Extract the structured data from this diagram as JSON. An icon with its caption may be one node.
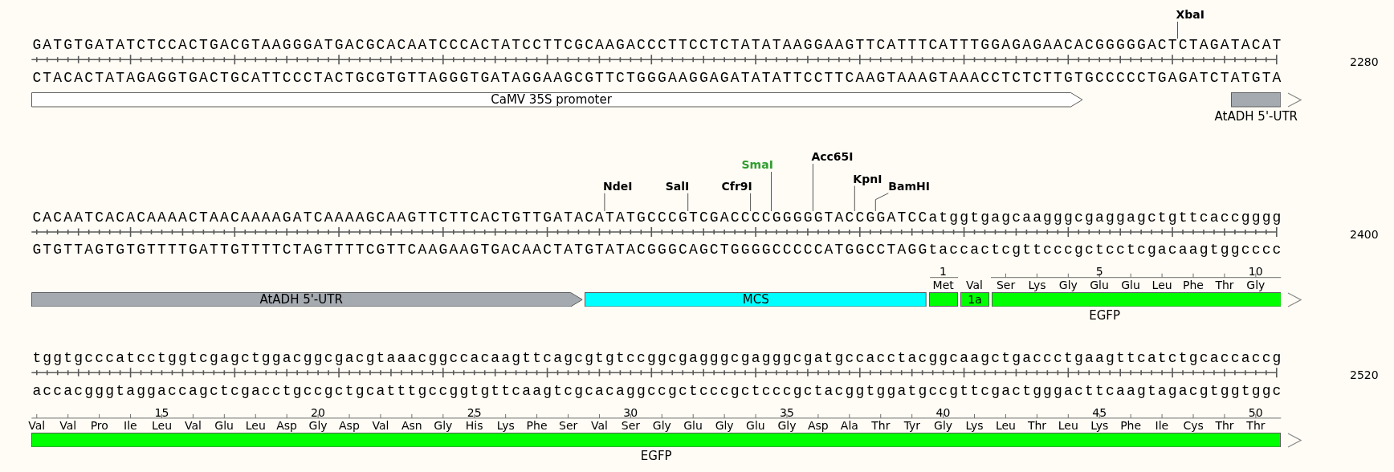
{
  "diagram": {
    "nodes": [
      {
        "text": [
          "XbaI"
        ]
      },
      {
        "text": [
          "GATGTGATATCTCCACTGACGTAAGGGATGACGCACAATCCCACTATCCTTCGCAAGACCCTTCCTCTATATAAGGAAGTTCATTTCATTTGGAGAGAACACGGGGGACTCTAGATACAT"
        ]
      },
      {
        "text": [
          "CaMV 35S promoter"
        ]
      },
      {
        "text": [
          "AtADH 5'-UTR"
        ]
      },
      {
        "text": [
          "NdeI"
        ]
      },
      {
        "text": [
          "SalI"
        ]
      },
      {
        "text": [
          "Cfr9I"
        ]
      },
      {
        "text": [
          "SmaI"
        ]
      },
      {
        "text": [
          "Acc65I"
        ]
      },
      {
        "text": [
          "KpnI"
        ]
      },
      {
        "text": [
          "BamHI"
        ]
      },
      {
        "text": [
          "CACAATCACACAAAACTAACAAAAGATCAAAAGCAAGTTCTTCACTGTTGATACATATGCCCGTCGACCCCGGGGGTACCGGATCCatggtgagcaagggcgaggagctgttcaccgggg"
        ]
      },
      {
        "text": [
          "AtADH 5'-UTR"
        ]
      },
      {
        "text": [
          "MCS"
        ]
      },
      {
        "text": [],
        "shape": "bar"
      },
      {
        "text": [
          "1a"
        ]
      },
      {
        "text": [
          "EGFP"
        ]
      },
      {
        "text": [
          "EGFP"
        ]
      }
    ],
    "edges": [
      {
        "from": 0,
        "to": 1,
        "arrow": "none"
      },
      {
        "from": 4,
        "to": 11,
        "arrow": "none"
      },
      {
        "from": 5,
        "to": 11,
        "arrow": "none"
      },
      {
        "from": 6,
        "to": 11,
        "arrow": "none"
      },
      {
        "from": 7,
        "to": 11,
        "arrow": "none"
      },
      {
        "from": 8,
        "to": 11,
        "arrow": "none"
      },
      {
        "from": 9,
        "to": 11,
        "arrow": "none"
      },
      {
        "from": 10,
        "to": 11,
        "arrow": "none"
      }
    ],
    "labels": [
      "2280",
      "CTACACTATAGAGGTGACTGCATTCCCTACTGCGTGTTAGGGTGATAGGAAGCGTTCTGGGAAGGAGATATATTCCTTCAAGTAAAGTAAACCTCTCTTGTGCCCCCTGAGATCTATGTA",
      "2400",
      "GTGTTAGTGTGTTTTGATTGTTTTCTAGTTTTCGTTCAAGAAGTGACAACTATGTATACGGGCAGCTGGGGCCCCCATGGCCTAGGtaccactcgttcccgctcctcgacaagtggcccc",
      "1",
      "5",
      "10",
      "Met",
      "Val",
      "Ser",
      "Lys",
      "Gly",
      "Glu",
      "Glu",
      "Leu",
      "Phe",
      "Thr",
      "Gly",
      "tggtgcccatcctggtcgagctggacggcgacgtaaacggccacaagttcagcgtgtccggcgagggcgagggcgatgccacctacggcaagctgaccctgaagttcatctgcaccaccg",
      "2520",
      "accacgggtaggaccagctcgacctgccgctgcatttgccggtgttcaagtcgcacaggccgctcccgctcccgctacggtggatgccgttcgactgggacttcaagtagacgtggtggc",
      "15",
      "20",
      "25",
      "30",
      "35",
      "40",
      "45",
      "50",
      "Val",
      "Val",
      "Pro",
      "Ile",
      "Leu",
      "Val",
      "Glu",
      "Leu",
      "Asp",
      "Gly",
      "Asp",
      "Val",
      "Asn",
      "Gly",
      "His",
      "Lys",
      "Phe",
      "Ser",
      "Val",
      "Ser",
      "Gly",
      "Glu",
      "Gly",
      "Glu",
      "Gly",
      "Asp",
      "Ala",
      "Thr",
      "Tyr",
      "Gly",
      "Lys",
      "Leu",
      "Thr",
      "Leu",
      "Lys",
      "Phe",
      "Ile",
      "Cys",
      "Thr",
      "Thr"
    ]
  }
}
